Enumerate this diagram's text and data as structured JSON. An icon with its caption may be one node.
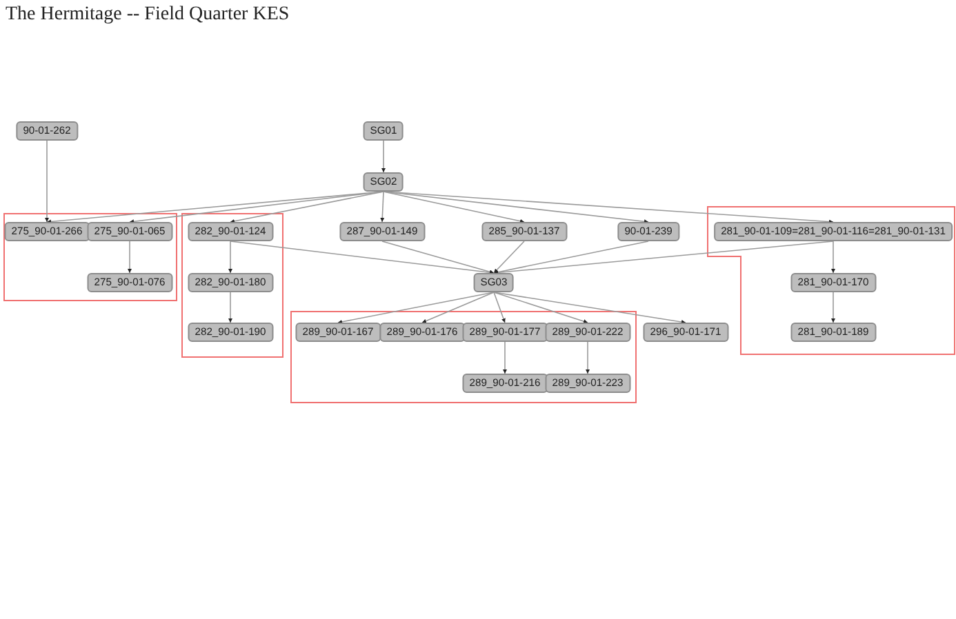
{
  "diagram": {
    "title": "The Hermitage -- Field Quarter KES",
    "nodes": [
      {
        "text": [
          "90-01-262"
        ]
      },
      {
        "text": [
          "SG01"
        ]
      },
      {
        "text": [
          "SG02"
        ]
      },
      {
        "text": [
          "275_90-01-266"
        ]
      },
      {
        "text": [
          "275_90-01-065"
        ]
      },
      {
        "text": [
          "275_90-01-076"
        ]
      },
      {
        "text": [
          "282_90-01-124"
        ]
      },
      {
        "text": [
          "282_90-01-180"
        ]
      },
      {
        "text": [
          "282_90-01-190"
        ]
      },
      {
        "text": [
          "287_90-01-149"
        ]
      },
      {
        "text": [
          "285_90-01-137"
        ]
      },
      {
        "text": [
          "90-01-239"
        ]
      },
      {
        "text": [
          "281_90-01-109=281_90-01-116=281_90-01-131"
        ]
      },
      {
        "text": [
          "SG03"
        ]
      },
      {
        "text": [
          "289_90-01-167"
        ]
      },
      {
        "text": [
          "289_90-01-176"
        ]
      },
      {
        "text": [
          "289_90-01-177"
        ]
      },
      {
        "text": [
          "289_90-01-222"
        ]
      },
      {
        "text": [
          "296_90-01-171"
        ]
      },
      {
        "text": [
          "289_90-01-216"
        ]
      },
      {
        "text": [
          "289_90-01-223"
        ]
      },
      {
        "text": [
          "281_90-01-170"
        ]
      },
      {
        "text": [
          "281_90-01-189"
        ]
      }
    ],
    "edges": [
      {
        "from": 0,
        "to": 3,
        "arrow": "to"
      },
      {
        "from": 1,
        "to": 2,
        "arrow": "to"
      },
      {
        "from": 2,
        "to": 3,
        "arrow": "to"
      },
      {
        "from": 2,
        "to": 4,
        "arrow": "to"
      },
      {
        "from": 2,
        "to": 6,
        "arrow": "to"
      },
      {
        "from": 2,
        "to": 9,
        "arrow": "to"
      },
      {
        "from": 2,
        "to": 10,
        "arrow": "to"
      },
      {
        "from": 2,
        "to": 11,
        "arrow": "to"
      },
      {
        "from": 2,
        "to": 12,
        "arrow": "to"
      },
      {
        "from": 4,
        "to": 5,
        "arrow": "to"
      },
      {
        "from": 6,
        "to": 7,
        "arrow": "to"
      },
      {
        "from": 7,
        "to": 8,
        "arrow": "to"
      },
      {
        "from": 6,
        "to": 13,
        "arrow": "to"
      },
      {
        "from": 9,
        "to": 13,
        "arrow": "to"
      },
      {
        "from": 10,
        "to": 13,
        "arrow": "to"
      },
      {
        "from": 11,
        "to": 13,
        "arrow": "to"
      },
      {
        "from": 12,
        "to": 13,
        "arrow": "to"
      },
      {
        "from": 13,
        "to": 14,
        "arrow": "to"
      },
      {
        "from": 13,
        "to": 15,
        "arrow": "to"
      },
      {
        "from": 13,
        "to": 16,
        "arrow": "to"
      },
      {
        "from": 13,
        "to": 17,
        "arrow": "to"
      },
      {
        "from": 13,
        "to": 18,
        "arrow": "to"
      },
      {
        "from": 16,
        "to": 19,
        "arrow": "to"
      },
      {
        "from": 17,
        "to": 20,
        "arrow": "to"
      },
      {
        "from": 12,
        "to": 21,
        "arrow": "to"
      },
      {
        "from": 21,
        "to": 22,
        "arrow": "to"
      }
    ]
  }
}
